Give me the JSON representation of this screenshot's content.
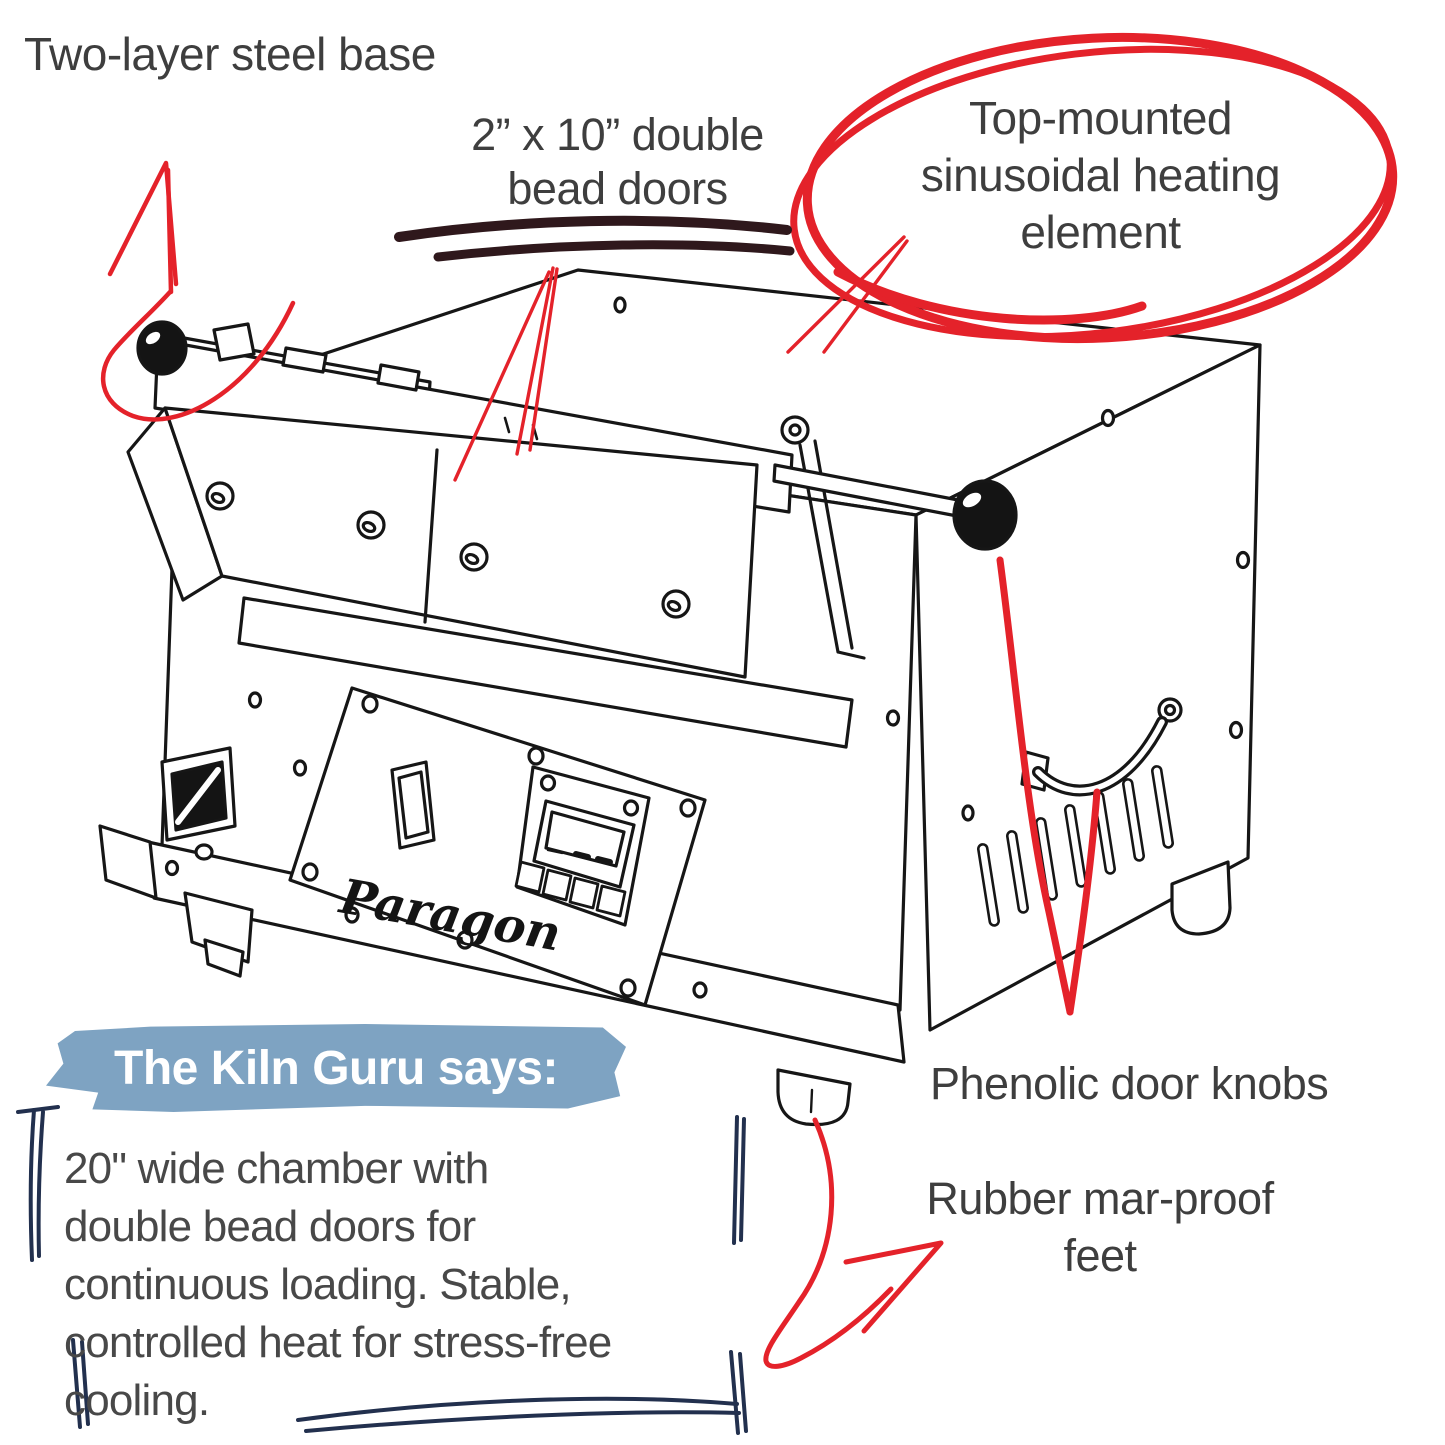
{
  "colors": {
    "annotation_red": "#e4222a",
    "ink_line": "#161616",
    "label_text": "#3e3e3e",
    "hand_navy": "#22304e",
    "highlight_blue": "#7ea3c2",
    "underline_maroon": "#2f181c"
  },
  "annotations": {
    "steel_base": {
      "label": "Two-layer steel base"
    },
    "bead_doors": {
      "lines": [
        "2” x 10” double",
        "bead doors"
      ]
    },
    "heating_element": {
      "lines": [
        "Top-mounted",
        "sinusoidal heating",
        "element"
      ]
    },
    "door_knobs": {
      "label": "Phenolic door knobs"
    },
    "feet": {
      "lines": [
        "Rubber mar-proof",
        "feet"
      ]
    }
  },
  "callout": {
    "heading": "The Kiln Guru says:",
    "body_lines": [
      "20\" wide chamber with",
      "double bead doors for",
      "continuous loading. Stable,",
      "controlled heat for stress-free",
      "cooling."
    ]
  },
  "kiln": {
    "brand": "Paragon"
  }
}
